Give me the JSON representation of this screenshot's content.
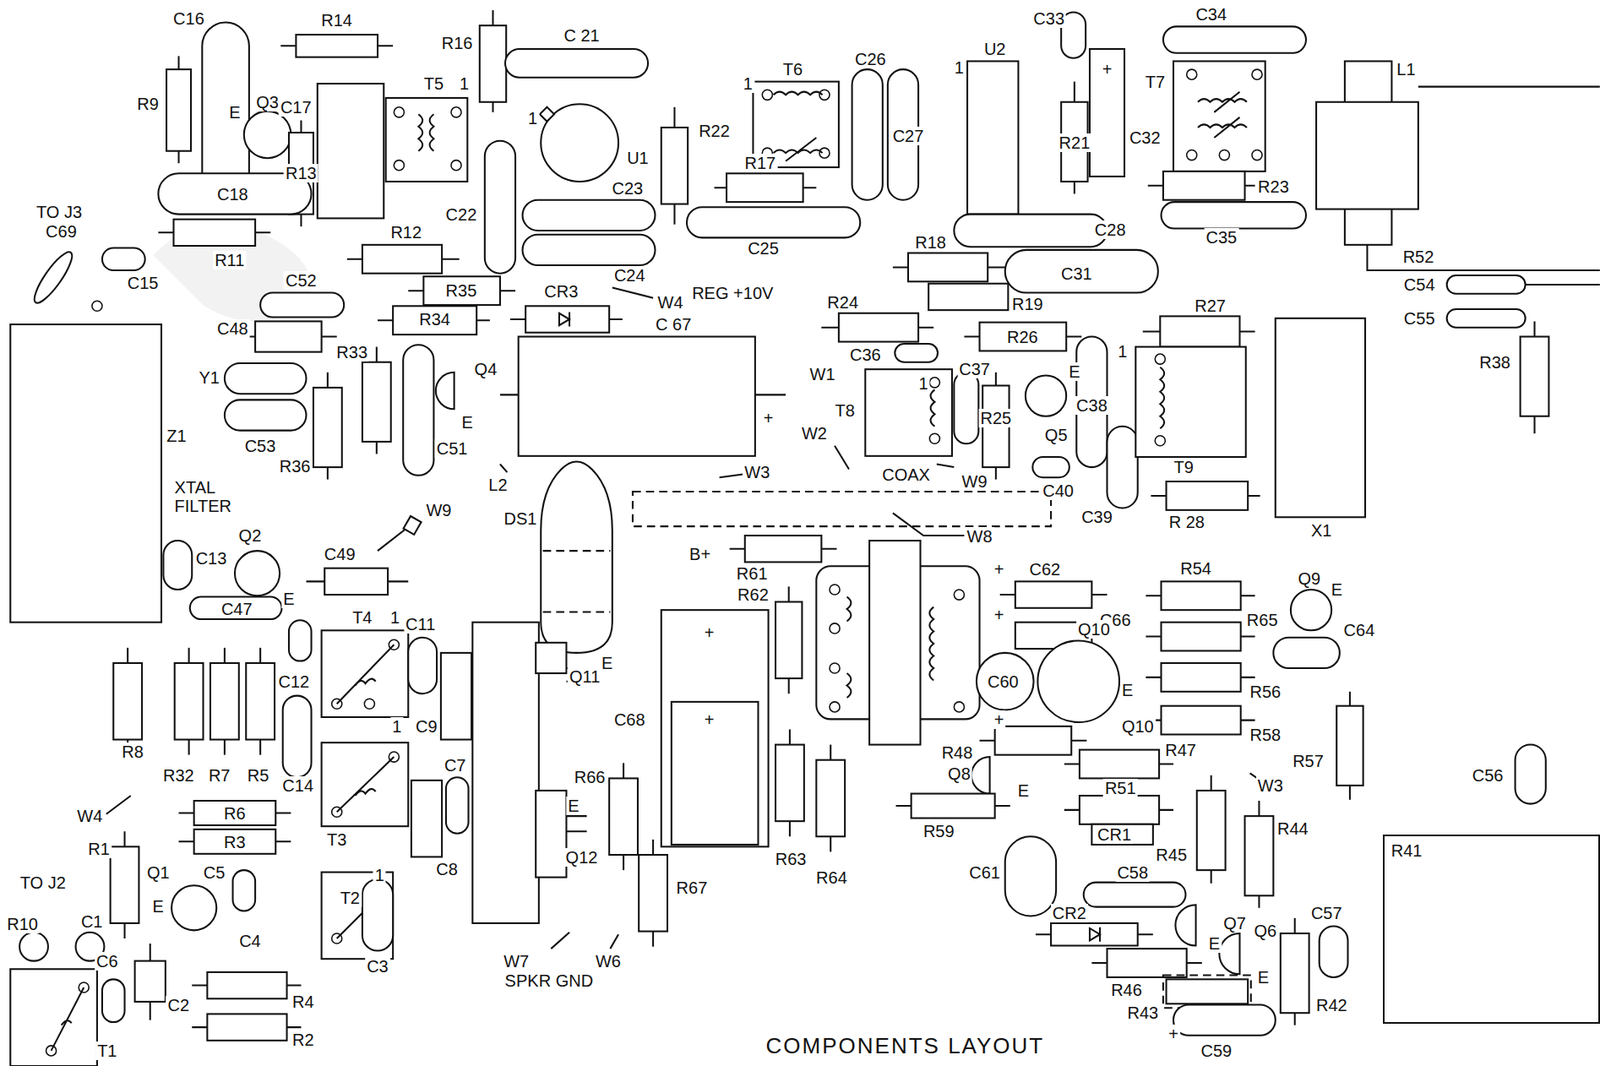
{
  "diagram": {
    "caption": "COMPONENTS LAYOUT",
    "nodes": [
      {
        "text": [
          "R41"
        ]
      }
    ],
    "labels": [
      "C16",
      "R14",
      "R16",
      "C 21",
      "C33",
      "C34",
      "C26",
      "U2",
      "1",
      "T6",
      "1",
      "L1",
      "+",
      "R9",
      "Q3",
      "E",
      "C17",
      "T5",
      "1",
      "1",
      "T7",
      "R22",
      "C27",
      "R21",
      "C32",
      "U1",
      "R13",
      "R17",
      "C18",
      "C23",
      "R23",
      "TO J3",
      "C69",
      "C22",
      "C28",
      "C35",
      "C25",
      "R18",
      "R12",
      "R11",
      "R52",
      "C15",
      "C31",
      "C24",
      "C52",
      "R35",
      "CR3",
      "REG +10V",
      "W4",
      "C54",
      "R24",
      "R19",
      "R27",
      "C55",
      "C48",
      "R34",
      "C 67",
      "R26",
      "C36",
      "1",
      "R33",
      "Q4",
      "Y1",
      "W1",
      "C37",
      "1",
      "E",
      "T8",
      "C38",
      "R25",
      "Q5",
      "R38",
      "E",
      "+",
      "Z1",
      "C53",
      "R36",
      "C51",
      "W2",
      "XTAL FILTER",
      "L2",
      "W3",
      "COAX",
      "W9",
      "C40",
      "T9",
      "C39",
      "R 28",
      "X1",
      "DS1",
      "W9",
      "W8",
      "Q2",
      "C49",
      "B+",
      "C13",
      "R61",
      "+",
      "C62",
      "R54",
      "Q9",
      "E",
      "R62",
      "E",
      "C47",
      "T4",
      "1",
      "+",
      "C66",
      "R65",
      "C11",
      "Q10",
      "C64",
      "+",
      "E",
      "Q11",
      "C60",
      "C12",
      "E",
      "R56",
      "+",
      "C68",
      "Q10",
      "1",
      "C9",
      "R58",
      "+",
      "R8",
      "R48",
      "R47",
      "R57",
      "C7",
      "R32",
      "R7",
      "R5",
      "R66",
      "Q8",
      "C56",
      "C14",
      "W3",
      "R51",
      "E",
      "E",
      "R6",
      "W4",
      "R44",
      "R59",
      "CR1",
      "T3",
      "R3",
      "R1",
      "R45",
      "R63",
      "C8",
      "Q12",
      "C61",
      "C58",
      "Q1",
      "C5",
      "T2",
      "1",
      "R64",
      "TO J2",
      "R67",
      "E",
      "CR2",
      "C57",
      "Q7",
      "C1",
      "R10",
      "E",
      "Q6",
      "C4",
      "W7",
      "W6",
      "C6",
      "C3",
      "E",
      "SPKR GND",
      "R46",
      "R4",
      "R42",
      "C2",
      "R43",
      "+",
      "R2",
      "C59",
      "T1"
    ]
  }
}
